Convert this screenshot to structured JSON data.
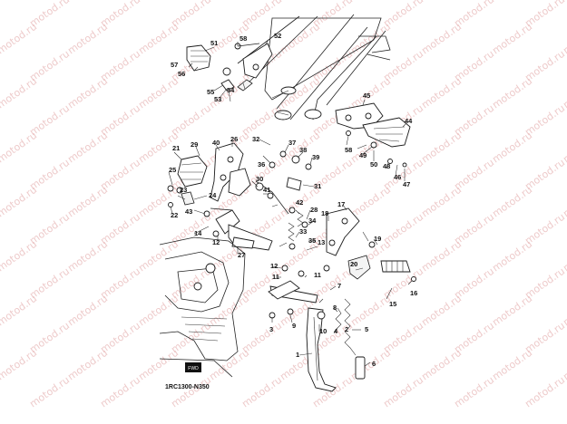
{
  "watermark": "motod.ru",
  "diagram_code": "1RC1300-N350",
  "front_badge": "FWD",
  "callouts": [
    {
      "label": "1"
    },
    {
      "label": "2"
    },
    {
      "label": "3"
    },
    {
      "label": "4"
    },
    {
      "label": "5"
    },
    {
      "label": "6"
    },
    {
      "label": "7"
    },
    {
      "label": "8"
    },
    {
      "label": "9"
    },
    {
      "label": "10"
    },
    {
      "label": "11"
    },
    {
      "label": "11"
    },
    {
      "label": "12"
    },
    {
      "label": "12"
    },
    {
      "label": "13"
    },
    {
      "label": "14"
    },
    {
      "label": "15"
    },
    {
      "label": "16"
    },
    {
      "label": "17"
    },
    {
      "label": "18"
    },
    {
      "label": "19"
    },
    {
      "label": "20"
    },
    {
      "label": "21"
    },
    {
      "label": "22"
    },
    {
      "label": "23"
    },
    {
      "label": "24"
    },
    {
      "label": "25"
    },
    {
      "label": "26"
    },
    {
      "label": "27"
    },
    {
      "label": "28"
    },
    {
      "label": "29"
    },
    {
      "label": "30"
    },
    {
      "label": "31"
    },
    {
      "label": "32"
    },
    {
      "label": "33"
    },
    {
      "label": "34"
    },
    {
      "label": "35"
    },
    {
      "label": "36"
    },
    {
      "label": "37"
    },
    {
      "label": "38"
    },
    {
      "label": "39"
    },
    {
      "label": "40"
    },
    {
      "label": "41"
    },
    {
      "label": "42"
    },
    {
      "label": "43"
    },
    {
      "label": "44"
    },
    {
      "label": "45"
    },
    {
      "label": "46"
    },
    {
      "label": "47"
    },
    {
      "label": "48"
    },
    {
      "label": "49"
    },
    {
      "label": "50"
    },
    {
      "label": "51"
    },
    {
      "label": "52"
    },
    {
      "label": "53"
    },
    {
      "label": "54"
    },
    {
      "label": "55"
    },
    {
      "label": "56"
    },
    {
      "label": "57"
    },
    {
      "label": "58"
    },
    {
      "label": "58"
    }
  ]
}
